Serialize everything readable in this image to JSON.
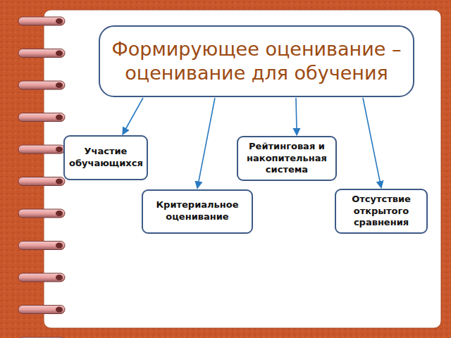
{
  "diagram": {
    "nodes": [
      {
        "text": [
          "Формирующее оценивание – оценивание для обучения"
        ]
      },
      {
        "text": [
          "Участие обучающихся"
        ]
      },
      {
        "text": [
          "Рейтинговая и накопительная система"
        ]
      },
      {
        "text": [
          "Критериальное оценивание"
        ]
      },
      {
        "text": [
          "Отсутствие открытого сравнения"
        ]
      }
    ],
    "edges": [
      {
        "from": 0,
        "to": 1,
        "arrow": "to"
      },
      {
        "from": 0,
        "to": 3,
        "arrow": "to"
      },
      {
        "from": 0,
        "to": 2,
        "arrow": "to"
      },
      {
        "from": 0,
        "to": 4,
        "arrow": "to"
      }
    ]
  }
}
